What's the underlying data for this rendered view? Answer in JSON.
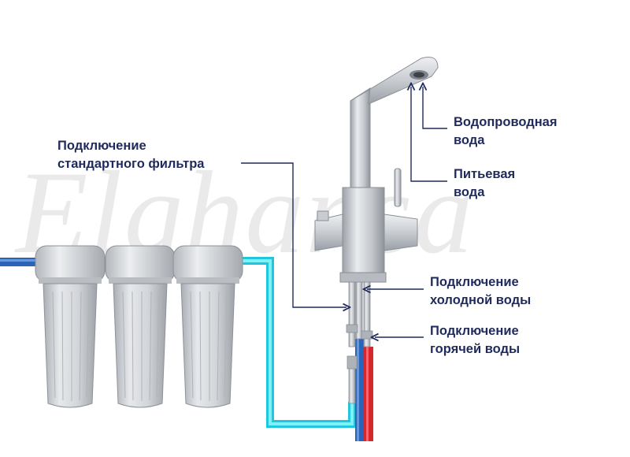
{
  "watermark": "Elghansa",
  "colors": {
    "label_text": "#1f2a5c",
    "cold_pipe": "#2a64b8",
    "filtered_pipe": "#33e0f0",
    "hot_pipe": "#d8262d",
    "faucet": "#c9ccd1",
    "filter_housing": "#cfd3d8"
  },
  "labels": {
    "standard_filter": {
      "line1": "Подключение",
      "line2": "стандартного фильтра"
    },
    "tap_water": {
      "line1": "Водопроводная",
      "line2": "вода"
    },
    "drinking_water": {
      "line1": "Питьевая",
      "line2": "вода"
    },
    "cold_water": {
      "line1": "Подключение",
      "line2": "холодной воды"
    },
    "hot_water": {
      "line1": "Подключение",
      "line2": "горячей воды"
    }
  },
  "icons": {
    "filters": [
      "water-filter-icon",
      "water-filter-icon",
      "water-filter-icon"
    ],
    "faucet": "kitchen-faucet-icon"
  }
}
